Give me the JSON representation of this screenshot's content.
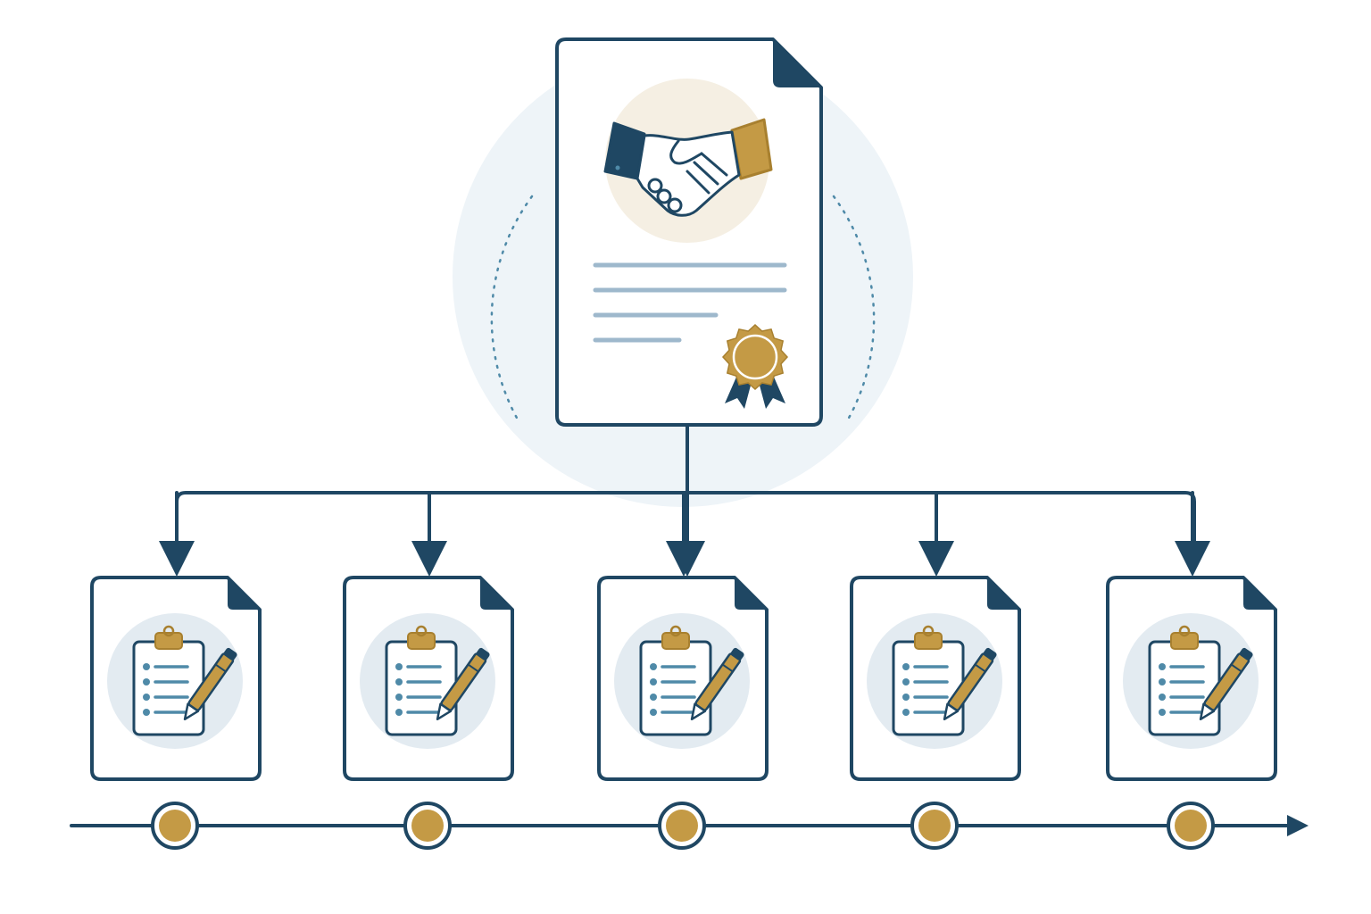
{
  "colors": {
    "navy": "#1f4763",
    "gold": "#c49a45",
    "gold_dark": "#a8802f",
    "halo": "#eef4f8",
    "icon_bg": "#e3ebf1",
    "handshake_bg": "#f5efe3",
    "text_line": "#9eb8cc",
    "dot": "#4f8aa8",
    "paper": "#ffffff"
  },
  "master_document": {
    "icon": "handshake-icon",
    "seal": "award-seal-icon",
    "text_lines": 4
  },
  "child_documents": [
    {
      "icon": "clipboard-pen-icon"
    },
    {
      "icon": "clipboard-pen-icon"
    },
    {
      "icon": "clipboard-pen-icon"
    },
    {
      "icon": "clipboard-pen-icon"
    },
    {
      "icon": "clipboard-pen-icon"
    }
  ],
  "timeline": {
    "milestones": 5,
    "direction": "right"
  }
}
